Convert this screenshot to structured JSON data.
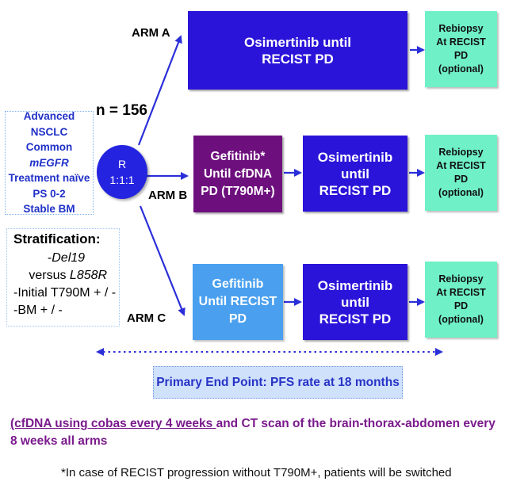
{
  "population": {
    "lines": [
      "Advanced NSCLC",
      "Common ",
      "Treatment naïve",
      "PS 0-2",
      "Stable BM"
    ],
    "common_italic": "mEGFR"
  },
  "n_label": "n = 156",
  "randomization": {
    "line1": "R",
    "line2": "1:1:1"
  },
  "arms": {
    "a": {
      "label": "ARM A",
      "box_lines": [
        "Osimertinib  until",
        "RECIST PD"
      ]
    },
    "b": {
      "label": "ARM B",
      "gef_lines": [
        "Gefitinib*",
        "Until cfDNA",
        "PD (T790M+)"
      ],
      "osi_lines": [
        "Osimertinib until",
        "RECIST PD"
      ]
    },
    "c": {
      "label": "ARM C",
      "gef_lines": [
        "Gefitinib",
        "Until RECIST",
        "PD"
      ],
      "osi_lines": [
        "Osimertinib until",
        "RECIST PD"
      ]
    }
  },
  "rebiopsy_lines": [
    "Rebiopsy",
    "At RECIST",
    "PD",
    "(optional)"
  ],
  "stratification": {
    "title": "Stratification:",
    "item1_pre": "-",
    "item1_del": "Del19",
    "item1_mid": " versus ",
    "item1_l858": "L858R",
    "item2": "-Initial T790M + / -",
    "item3": "-BM + / -"
  },
  "endpoint": "Primary End Point:  PFS rate at 18 months",
  "footnote": {
    "underlined": "(cfDNA using cobas every 4 weeks ",
    "rest": "and CT scan of the brain-thorax-abdomen every 8 weeks all arms"
  },
  "note": "*In case of RECIST progression without T790M+, patients will be switched",
  "colors": {
    "arrow": "#2b2fd8",
    "arm_box": "#2b14d9",
    "gefitinib_b": "#6e0f7e",
    "gefitinib_c": "#4aa0ef",
    "rebiopsy": "#6ff0c6",
    "circle": "#2424e0",
    "endpoint_bg": "#cfe1fb",
    "footnote": "#7a1a8c"
  }
}
